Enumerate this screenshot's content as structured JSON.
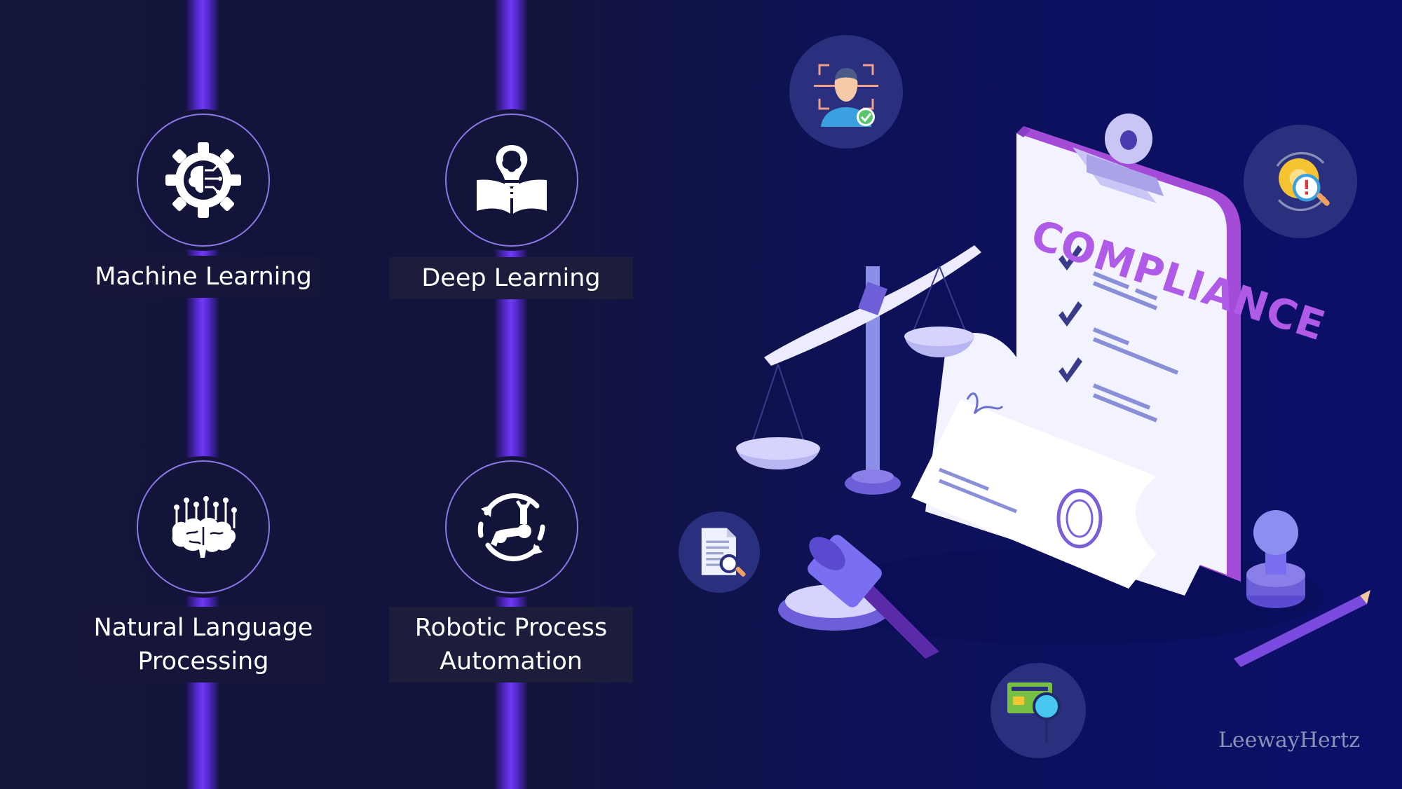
{
  "technologies": [
    {
      "label": "Machine Learning",
      "icon": "gear-brain-icon"
    },
    {
      "label": "Deep Learning",
      "icon": "book-lightbulb-brain-icon"
    },
    {
      "label": "Natural Language Processing",
      "icon": "brain-circuit-icon"
    },
    {
      "label": "Robotic Process Automation",
      "icon": "robot-arm-cycle-icon"
    }
  ],
  "illustration": {
    "clipboard_title": "COMPLIANCE"
  },
  "floating_icons": [
    "face-verification-icon",
    "gear-search-alert-icon",
    "document-search-icon",
    "card-search-icon"
  ],
  "watermark": "LeewayHertz",
  "colors": {
    "accent_purple": "#6f3af0",
    "compliance_text": "#b05ae8",
    "background_dark": "#13153a",
    "background_blue": "#0b0f6a"
  }
}
